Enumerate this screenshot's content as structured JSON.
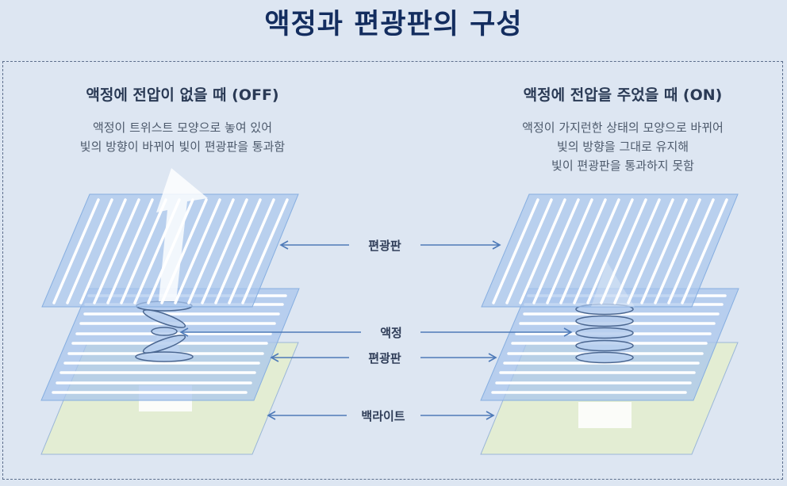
{
  "title": "액정과 편광판의 구성",
  "left_panel": {
    "heading": "액정에 전압이 없을 때 (OFF)",
    "description_lines": [
      "액정이 트위스트 모양으로 놓여 있어",
      "빛의 방향이 바뀌어 빛이 편광판을 통과함"
    ]
  },
  "right_panel": {
    "heading": "액정에 전압을 주었을 때 (ON)",
    "description_lines": [
      "액정이 가지런한 상태의 모양으로 바뀌어",
      "빛의 방향을 그대로 유지해",
      "빛이 편광판을 통과하지 못함"
    ]
  },
  "labels": {
    "top_polarizer": "편광판",
    "liquid_crystal": "액정",
    "bottom_polarizer": "편광판",
    "backlight": "백라이트"
  },
  "colors": {
    "background": "#dde6f2",
    "title": "#132d5f",
    "polarizer_fill": "#a9c6ec",
    "polarizer_stroke": "#86aee0",
    "backlight_fill": "#e3edd3",
    "arrow": "#4e7ab8",
    "crystal_stroke": "#4a6690"
  }
}
